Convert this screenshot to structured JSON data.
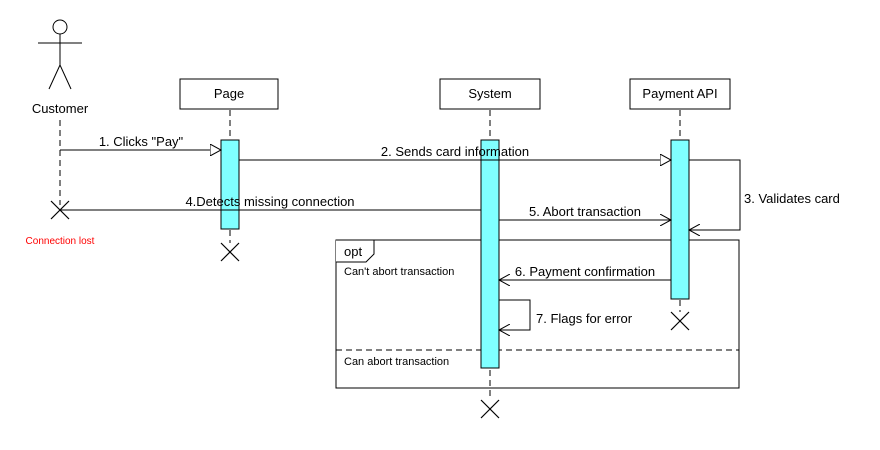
{
  "actor": {
    "name": "Customer"
  },
  "lifelines": [
    {
      "id": "page",
      "name": "Page"
    },
    {
      "id": "system",
      "name": "System"
    },
    {
      "id": "payment",
      "name": "Payment API"
    }
  ],
  "messages": [
    {
      "id": "m1",
      "label": "1. Clicks \"Pay\""
    },
    {
      "id": "m2",
      "label": "2. Sends card information"
    },
    {
      "id": "m3",
      "label": "3. Validates card"
    },
    {
      "id": "m4",
      "label": "4.Detects missing connection"
    },
    {
      "id": "m5",
      "label": "5. Abort transaction"
    },
    {
      "id": "m6",
      "label": "6. Payment confirmation"
    },
    {
      "id": "m7",
      "label": "7. Flags for error"
    }
  ],
  "fragment": {
    "operator": "opt",
    "guard1": "Can't abort transaction",
    "guard2": "Can abort transaction"
  },
  "notes": {
    "connection_lost": "Connection lost"
  },
  "colors": {
    "activation": "#80FFFF",
    "note": "#FF0000",
    "line": "#000000"
  }
}
